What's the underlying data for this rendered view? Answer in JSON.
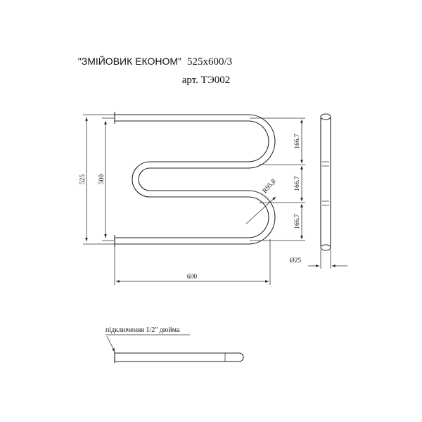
{
  "title": {
    "name": "\"ЗМІЙОВИК ЕКОНОМ\"",
    "size": "525x600/3",
    "article": "арт. ТЭ002"
  },
  "dimensions": {
    "height_outer": "525",
    "height_inner": "500",
    "width": "600",
    "section_1": "166.7",
    "section_2": "166.7",
    "section_3": "166.7",
    "radius": "R95,8",
    "diameter": "Ø25"
  },
  "connection_note": "підключення 1/2\" дюйма"
}
